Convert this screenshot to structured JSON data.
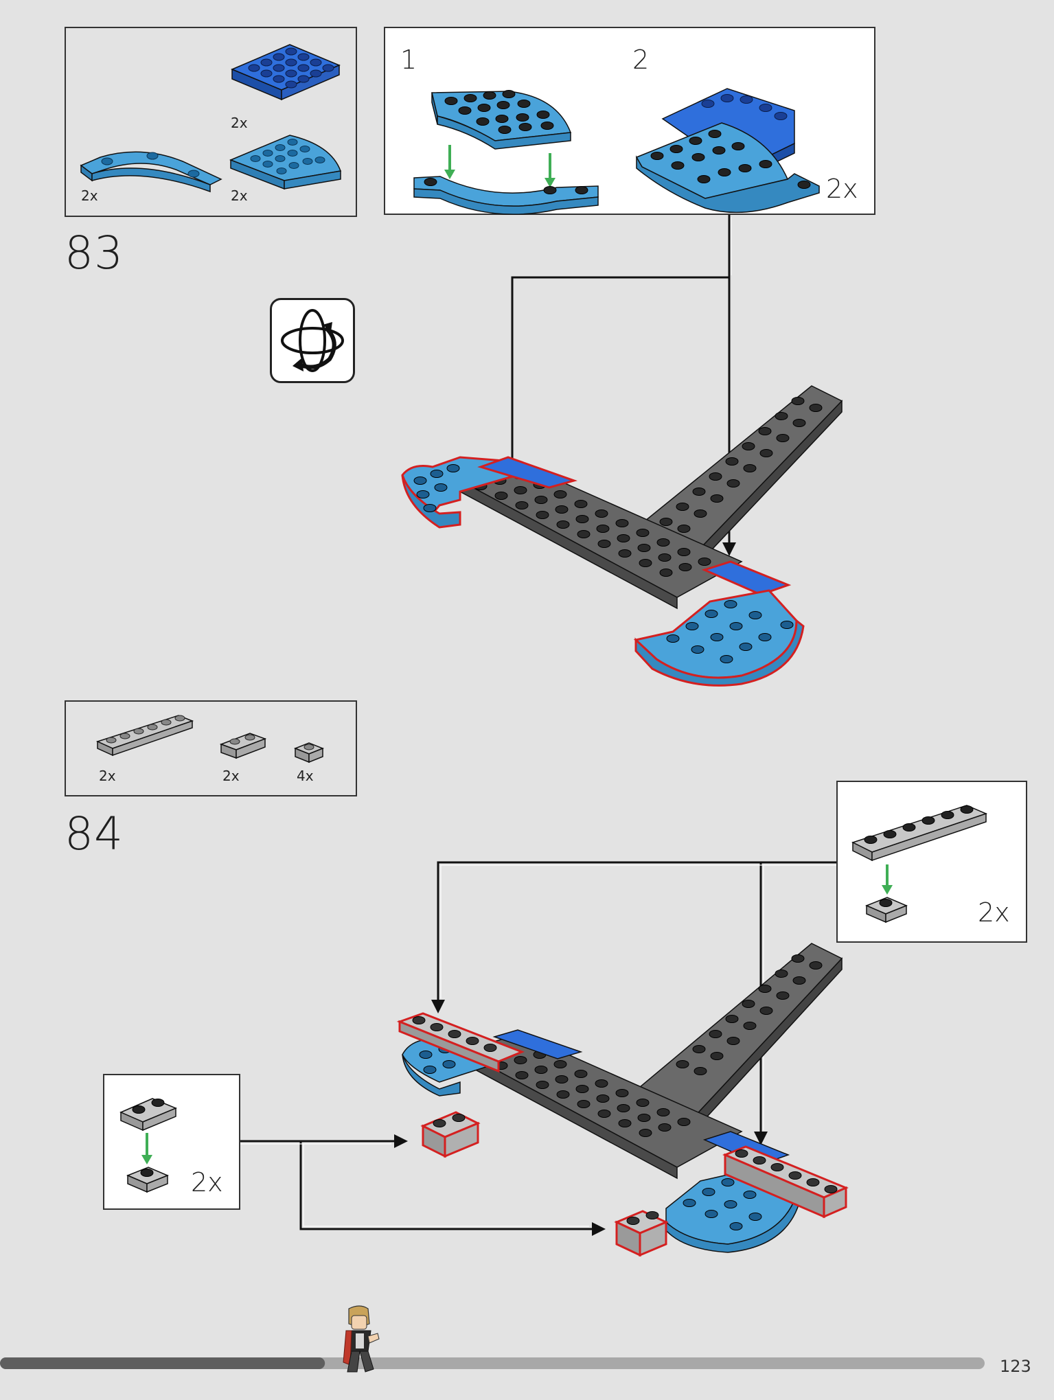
{
  "colors": {
    "background": "#e3e3e3",
    "medium_azure": "#3b8fc8",
    "blue": "#1f5ec8",
    "dark_grey": "#5a5a5a",
    "light_grey": "#aeaeae",
    "highlight": "#d42020",
    "placement_arrow": "#3fae55"
  },
  "step83": {
    "number": "83",
    "parts": [
      {
        "name": "blue 4x4 plate",
        "qty": "2x"
      },
      {
        "name": "azure curved plate",
        "qty": "2x"
      },
      {
        "name": "azure quarter round plate",
        "qty": "2x"
      }
    ],
    "subassembly": {
      "step1_label": "1",
      "step2_label": "2",
      "qty": "2x"
    },
    "rotate_icon": "rotate-model-icon"
  },
  "step84": {
    "number": "84",
    "parts": [
      {
        "name": "light grey 1x6 plate",
        "qty": "2x"
      },
      {
        "name": "light grey 1x2 plate",
        "qty": "2x"
      },
      {
        "name": "light grey 1x1 plate",
        "qty": "4x"
      }
    ],
    "callout_right_qty": "2x",
    "callout_left_qty": "2x"
  },
  "footer": {
    "page_number": "123",
    "progress": 0.33,
    "figure_icon": "minifigure-icon"
  }
}
